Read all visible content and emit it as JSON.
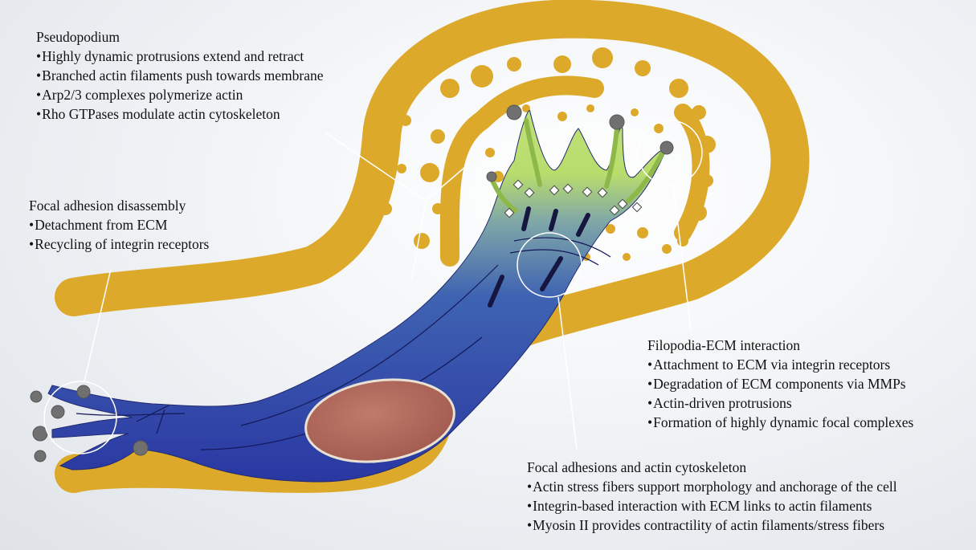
{
  "colors": {
    "ecm": "#dca92a",
    "cell_dark": "#2c3aa4",
    "cell_mid": "#4d79b0",
    "cell_front": "#c9e46b",
    "nucleus": "#b36a5e",
    "fiber": "#161640",
    "spike": "#666666",
    "pointer": "#ffffff"
  },
  "labels": {
    "pseudopodium": {
      "title": "Pseudopodium",
      "items": [
        "Highly dynamic protrusions extend and retract",
        "Branched actin filaments push towards membrane",
        "Arp2/3 complexes polymerize actin",
        "Rho GTPases modulate actin cytoskeleton"
      ]
    },
    "focal_adhesion_disassembly": {
      "title": "Focal adhesion disassembly",
      "items": [
        "Detachment from ECM",
        "Recycling of integrin receptors"
      ]
    },
    "filopodia_ecm": {
      "title": "Filopodia-ECM interaction",
      "items": [
        "Attachment to ECM via integrin receptors",
        "Degradation of ECM components via MMPs",
        "Actin-driven protrusions",
        "Formation of highly dynamic focal complexes"
      ]
    },
    "focal_adhesions_actin": {
      "title": "Focal adhesions and actin cytoskeleton",
      "items": [
        "Actin stress fibers support morphology and anchorage of the cell",
        "Integrin-based interaction with ECM links to actin filaments",
        "Myosin II provides contractility of actin filaments/stress fibers"
      ]
    }
  }
}
